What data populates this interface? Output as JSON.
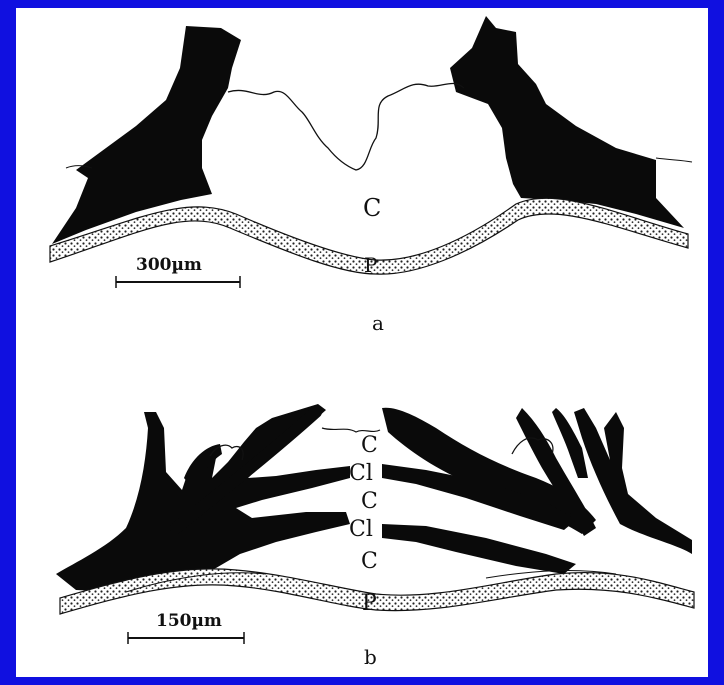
{
  "frame_color": "#1010e0",
  "figure": {
    "panel_a": {
      "caption": "a",
      "labels": {
        "cavity": "C",
        "periosteum": "P"
      },
      "scale_bar": "300µm"
    },
    "panel_b": {
      "caption": "b",
      "labels": {
        "c1": "C",
        "cl1": "Cl",
        "c2": "C",
        "cl2": "Cl",
        "c3": "C",
        "periosteum": "P"
      },
      "scale_bar": "150µm"
    }
  }
}
